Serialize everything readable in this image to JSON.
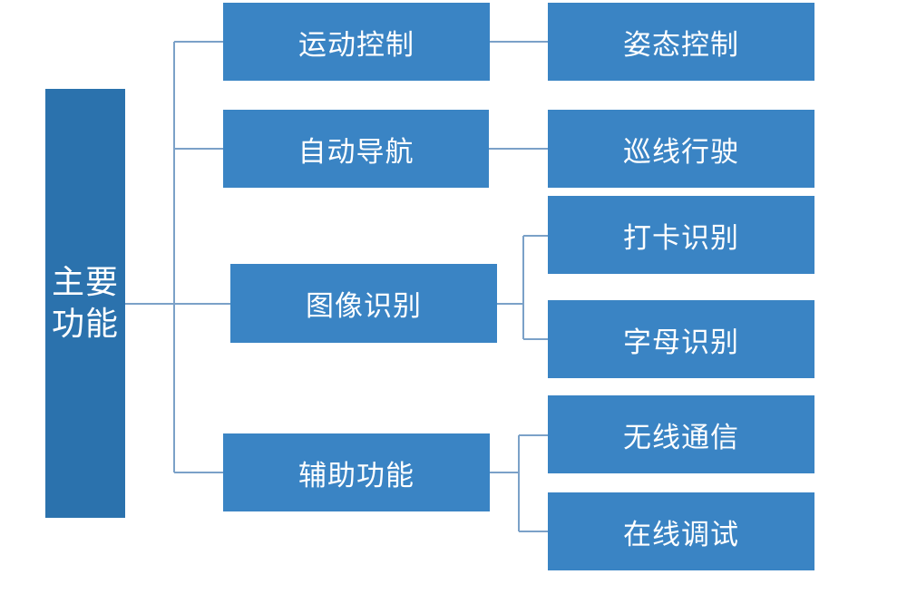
{
  "root": {
    "label": "主要功能"
  },
  "branches": [
    {
      "label": "运动控制",
      "children": [
        "姿态控制"
      ]
    },
    {
      "label": "自动导航",
      "children": [
        "巡线行驶"
      ]
    },
    {
      "label": "图像识别",
      "children": [
        "打卡识别",
        "字母识别"
      ]
    },
    {
      "label": "辅助功能",
      "children": [
        "无线通信",
        "在线调试"
      ]
    }
  ],
  "colors": {
    "root_fill": "#2b72ad",
    "node_fill": "#3a84c4",
    "connector": "#7ba1c8",
    "text": "#ffffff"
  }
}
